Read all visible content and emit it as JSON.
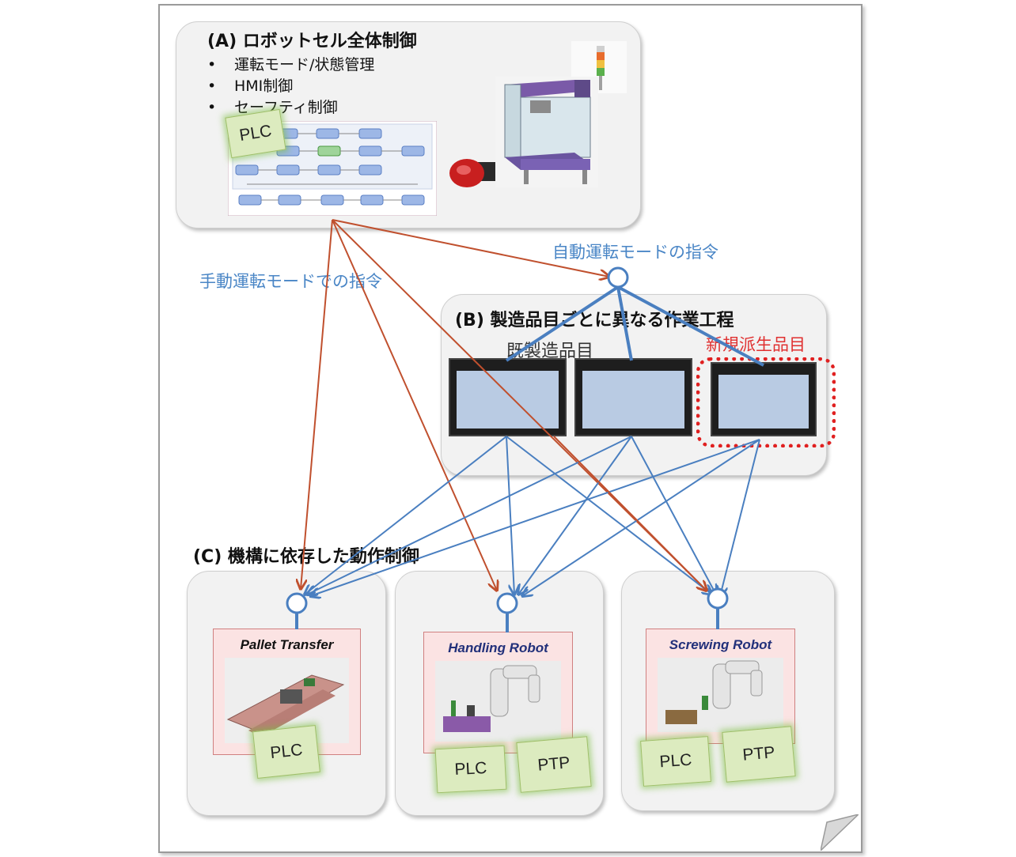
{
  "section_a": {
    "title": "(A) ロボットセル全体制御",
    "bullets": [
      "運転モード/状態管理",
      "HMI制御",
      "セーフティ制御"
    ],
    "plc_note": "PLC"
  },
  "labels": {
    "manual_mode": "手動運転モードでの指令",
    "auto_mode": "自動運転モードの指令",
    "existing_products": "既製造品目",
    "new_product": "新規派生品目"
  },
  "section_b": {
    "title": "(B) 製造品目ごとに異なる作業工程"
  },
  "section_c": {
    "title": "(C) 機構に依存した動作制御",
    "mechanisms": [
      {
        "name": "Pallet Transfer",
        "notes": [
          "PLC"
        ]
      },
      {
        "name": "Handling Robot",
        "notes": [
          "PLC",
          "PTP"
        ]
      },
      {
        "name": "Screwing Robot",
        "notes": [
          "PLC",
          "PTP"
        ]
      }
    ]
  },
  "colors": {
    "blue_link": "#4a7fc0",
    "red_link": "#c0502e",
    "label_blue": "#4a86c6",
    "label_red": "#e03030"
  }
}
